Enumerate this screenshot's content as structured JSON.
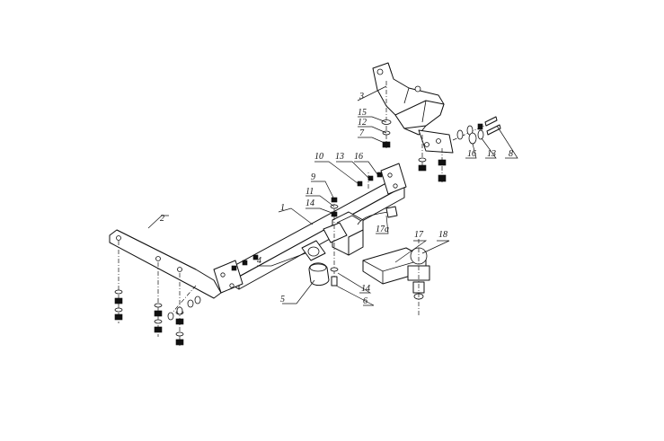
{
  "diagram": {
    "labels": {
      "p1": "1",
      "p2": "2",
      "p3": "3",
      "p4": "4",
      "p5": "5",
      "p6": "6",
      "p7": "7",
      "p8": "8",
      "p9": "9",
      "p10": "10",
      "p11": "11",
      "p12": "12",
      "p13a": "13",
      "p13b": "13",
      "p14a": "14",
      "p14b": "14",
      "p15": "15",
      "p16a": "16",
      "p16b": "16",
      "p17": "17",
      "p17a": "17a",
      "p18": "18"
    }
  }
}
